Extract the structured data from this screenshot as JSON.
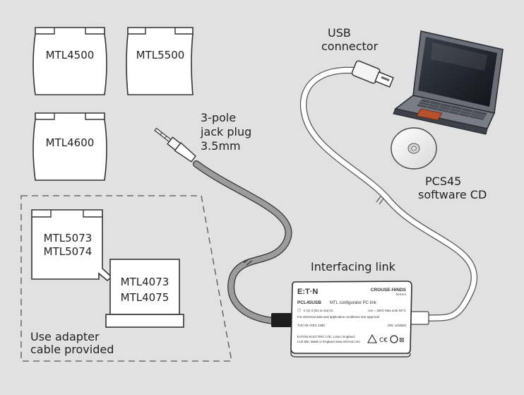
{
  "modules": {
    "mtl4500": "MTL4500",
    "mtl5500": "MTL5500",
    "mtl4600": "MTL4600",
    "mtl5073": "MTL5073",
    "mtl5074": "MTL5074",
    "mtl4073": "MTL4073",
    "mtl4075": "MTL4075"
  },
  "adapter_note": [
    "Use adapter",
    "cable provided"
  ],
  "jack_label": [
    "3-pole",
    "jack plug",
    "3.5mm"
  ],
  "usb_label": [
    "USB",
    "connector"
  ],
  "cd_label": [
    "PCS45",
    "software CD"
  ],
  "interface_label": "Interfacing link",
  "device": {
    "brand": "E:T·N",
    "maker": "CROUSE-HINDS",
    "maker_sub": "SERIES",
    "model": "PCL45USB",
    "model_desc": "MTL configurator PC link",
    "ex_marking": "II (1) G [Ex ia Ga] IIC",
    "ratings": "Um = 250V Max amb 60°C",
    "note": "For electrical data and application conditions see approval",
    "cert": "TUV 09 ATEX 1390",
    "serial": "S/N: 14/3603",
    "address1": "EATON ELECTRIC LTD, Luton, England,",
    "address2": "LU2 8DL  Made in England  www.mtl-inst.com"
  },
  "colors": {
    "background": "#e1e1e1",
    "module_fill": "#ffffff",
    "line": "#333333",
    "jack_cable": "#9c9c9c",
    "usb_cable": "#ffffff",
    "screen": "#1f2229",
    "laptop_body": "#5a5d66",
    "trackpad": "#b5512c"
  }
}
